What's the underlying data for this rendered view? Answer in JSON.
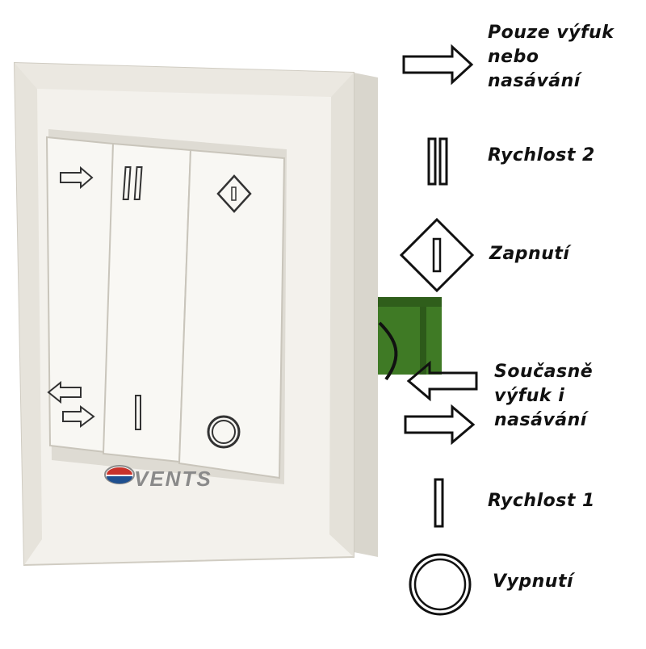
{
  "brand": {
    "logo_text": "VENTS"
  },
  "colors": {
    "plate": "#f4f2ed",
    "plate_shadow": "#d8d5cd",
    "key": "#f7f6f2",
    "connector": "#3f7a25",
    "brand_red": "#c8322a",
    "brand_blue": "#1e4f8f"
  },
  "switch": {
    "keys": [
      {
        "top_icon": "arrow-right-icon",
        "bottom_icon": "double-arrow-icon"
      },
      {
        "top_icon": "speed-2-icon",
        "bottom_icon": "speed-1-icon"
      },
      {
        "top_icon": "on-diamond-icon",
        "bottom_icon": "off-circle-icon"
      }
    ]
  },
  "legend": [
    {
      "icon": "arrow-right-icon",
      "label": "Pouze výfuk\nnebo\nnasávání"
    },
    {
      "icon": "speed-2-icon",
      "label": "Rychlost 2"
    },
    {
      "icon": "on-diamond-icon",
      "label": "Zapnutí"
    },
    {
      "icon": "double-arrow-icon",
      "label": "Současně\nvýfuk i\nnasávání"
    },
    {
      "icon": "speed-1-icon",
      "label": "Rychlost 1"
    },
    {
      "icon": "off-circle-icon",
      "label": "Vypnutí"
    }
  ]
}
